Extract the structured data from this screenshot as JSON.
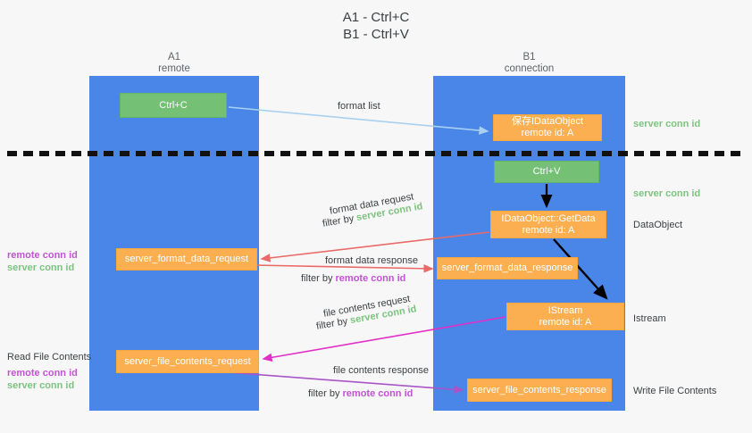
{
  "title": {
    "line1": "A1 - Ctrl+C",
    "line2": "B1 - Ctrl+V"
  },
  "colors": {
    "lane": "#4a86e8",
    "green_box": "#74c176",
    "orange_box": "#fbaf50",
    "server_conn_id": "#7cc47f",
    "remote_conn_id": "#c452d6",
    "arrow_blue": "#a9d0ef",
    "arrow_red": "#ea6a6a",
    "arrow_magenta": "#e22fc7",
    "arrow_purple": "#a755c8",
    "arrow_black": "#000000",
    "background": "#f7f7f7"
  },
  "lanes": [
    {
      "id": "a1",
      "title": "A1",
      "subtitle": "remote"
    },
    {
      "id": "b1",
      "title": "B1",
      "subtitle": "connection"
    }
  ],
  "boxes": {
    "ctrl_c": {
      "label": "Ctrl+C"
    },
    "save_idataobject": {
      "line1": "保存IDataObject",
      "line2": "remote id: A"
    },
    "ctrl_v": {
      "label": "Ctrl+V"
    },
    "getdata": {
      "line1": "IDataObject::GetData",
      "line2": "remote id: A"
    },
    "istream": {
      "line1": "IStream",
      "line2": "remote id: A"
    },
    "format_data_request": {
      "label": "server_format_data_request"
    },
    "format_data_response": {
      "label": "server_format_data_response"
    },
    "file_contents_request": {
      "label": "server_file_contents_request"
    },
    "file_contents_response": {
      "label": "server_file_contents_response"
    }
  },
  "arrow_labels": {
    "format_list": "format list",
    "format_data_request": "format data request",
    "format_data_request_filter_prefix": "filter by ",
    "format_data_request_filter_value": "server conn id",
    "format_data_response": "format data response",
    "format_data_response_filter_prefix": "filter by ",
    "format_data_response_filter_value": "remote conn id",
    "file_contents_request": "file contents request",
    "file_contents_request_filter_prefix": "filter by ",
    "file_contents_request_filter_value": "server conn id",
    "file_contents_response": "file contents response",
    "file_contents_response_filter_prefix": "filter by ",
    "file_contents_response_filter_value": "remote conn id"
  },
  "right_annotations": {
    "server_conn_id_top": "server conn id",
    "server_conn_id_mid": "server conn id",
    "dataobject": "DataObject",
    "istream": "Istream",
    "write_file_contents": "Write File Contents"
  },
  "left_annotations": {
    "mid_remote": "remote conn id",
    "mid_server": "server conn id",
    "read_file_contents": "Read File Contents",
    "read_remote": "remote conn id",
    "read_server": "server conn id"
  }
}
